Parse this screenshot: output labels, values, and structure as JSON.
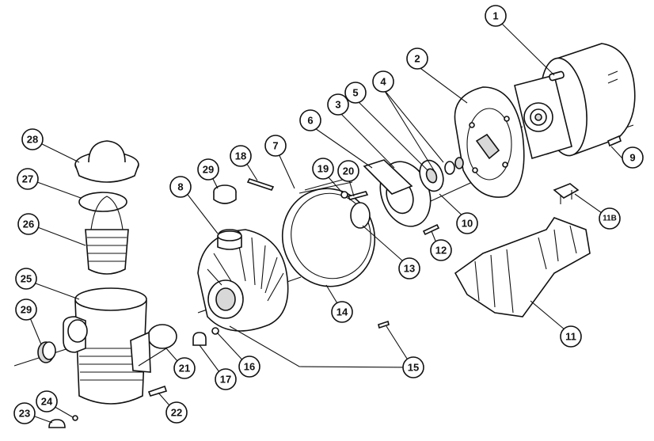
{
  "callouts": {
    "c1": "1",
    "c2": "2",
    "c3": "3",
    "c4": "4",
    "c5": "5",
    "c6": "6",
    "c7": "7",
    "c8": "8",
    "c9": "9",
    "c10": "10",
    "c11": "11",
    "c11b": "11B",
    "c12": "12",
    "c13": "13",
    "c14": "14",
    "c15": "15",
    "c16": "16",
    "c17": "17",
    "c18": "18",
    "c19": "19",
    "c20": "20",
    "c21": "21",
    "c22": "22",
    "c23": "23",
    "c24": "24",
    "c25": "25",
    "c26": "26",
    "c27": "27",
    "c28": "28",
    "c29a": "29",
    "c29b": "29"
  }
}
